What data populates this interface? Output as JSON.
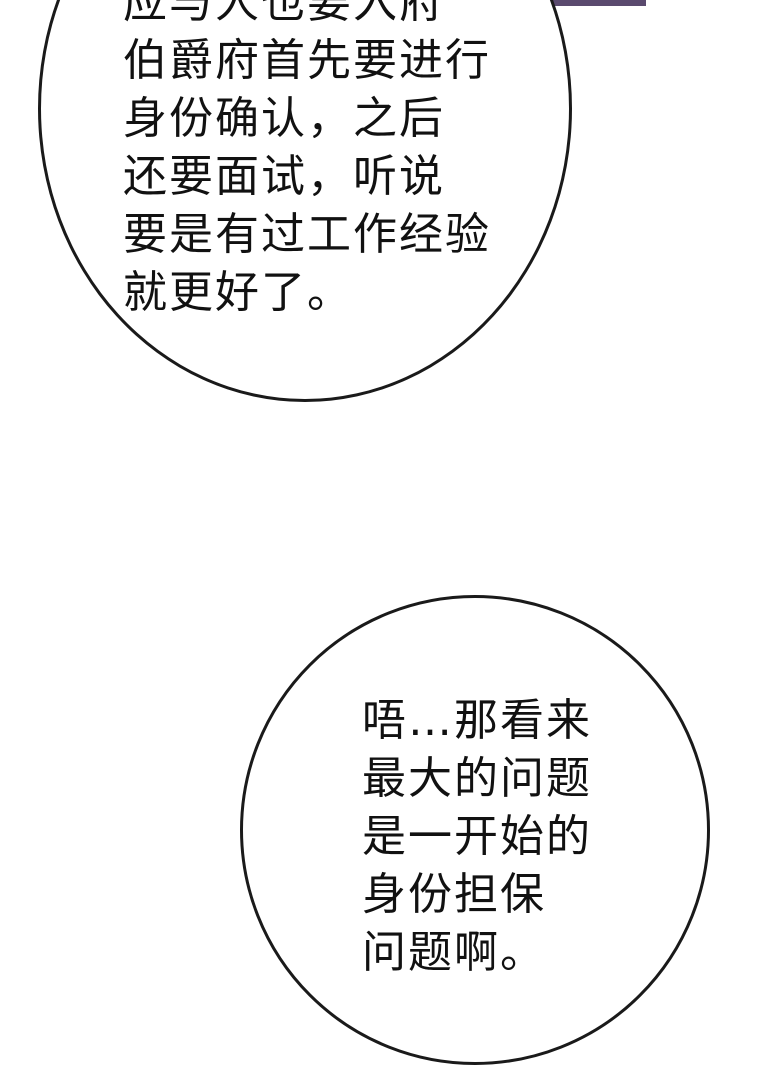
{
  "colors": {
    "background": "#ffffff",
    "bubble_border": "#1a1a1a",
    "text": "#111111",
    "top_strip": "#5a4a6e"
  },
  "bubble_top": {
    "lines": [
      "应与人也要入府",
      "伯爵府首先要进行",
      "身份确认，之后",
      "还要面试，听说",
      "要是有过工作经验",
      "就更好了。"
    ]
  },
  "bubble_bottom": {
    "lines": [
      "唔…那看来",
      "最大的问题",
      "是一开始的",
      "身份担保",
      "问题啊。"
    ]
  }
}
